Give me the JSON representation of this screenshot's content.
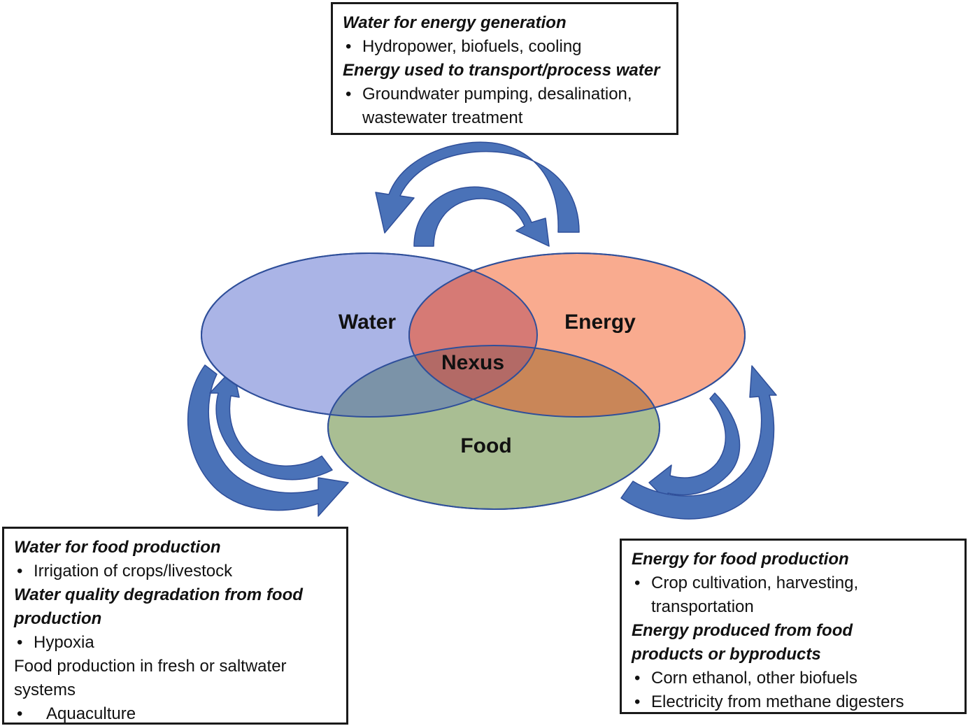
{
  "diagram": {
    "circles": {
      "water": {
        "label": "Water",
        "color": "#aab4e6"
      },
      "energy": {
        "label": "Energy",
        "color": "#f9a486"
      },
      "food": {
        "label": "Food",
        "color": "#a9be93"
      },
      "nexus": {
        "label": "Nexus"
      }
    },
    "arrow_color": "#4a72b8",
    "outline_color": "#2f4f9a"
  },
  "boxes": {
    "top": {
      "heading1": "Water for energy generation",
      "bullet1": "Hydropower, biofuels, cooling",
      "heading2": "Energy used to transport/process water",
      "bullet2_line1": "Groundwater pumping, desalination,",
      "bullet2_line2": "wastewater treatment"
    },
    "left": {
      "heading1": "Water for food production",
      "bullet1": "Irrigation of crops/livestock",
      "heading2_line1": "Water quality degradation from food",
      "heading2_line2": "production",
      "bullet2": "Hypoxia",
      "text_line1": "Food production in fresh or saltwater",
      "text_line2": "systems",
      "bullet3": "Aquaculture"
    },
    "right": {
      "heading1": "Energy for food production",
      "bullet1_line1": "Crop cultivation, harvesting,",
      "bullet1_line2": "transportation",
      "heading2_line1": "Energy produced from food",
      "heading2_line2": "products or byproducts",
      "bullet2": "Corn ethanol, other biofuels",
      "bullet3": "Electricity from methane digesters"
    },
    "bullet_symbol": "•"
  }
}
